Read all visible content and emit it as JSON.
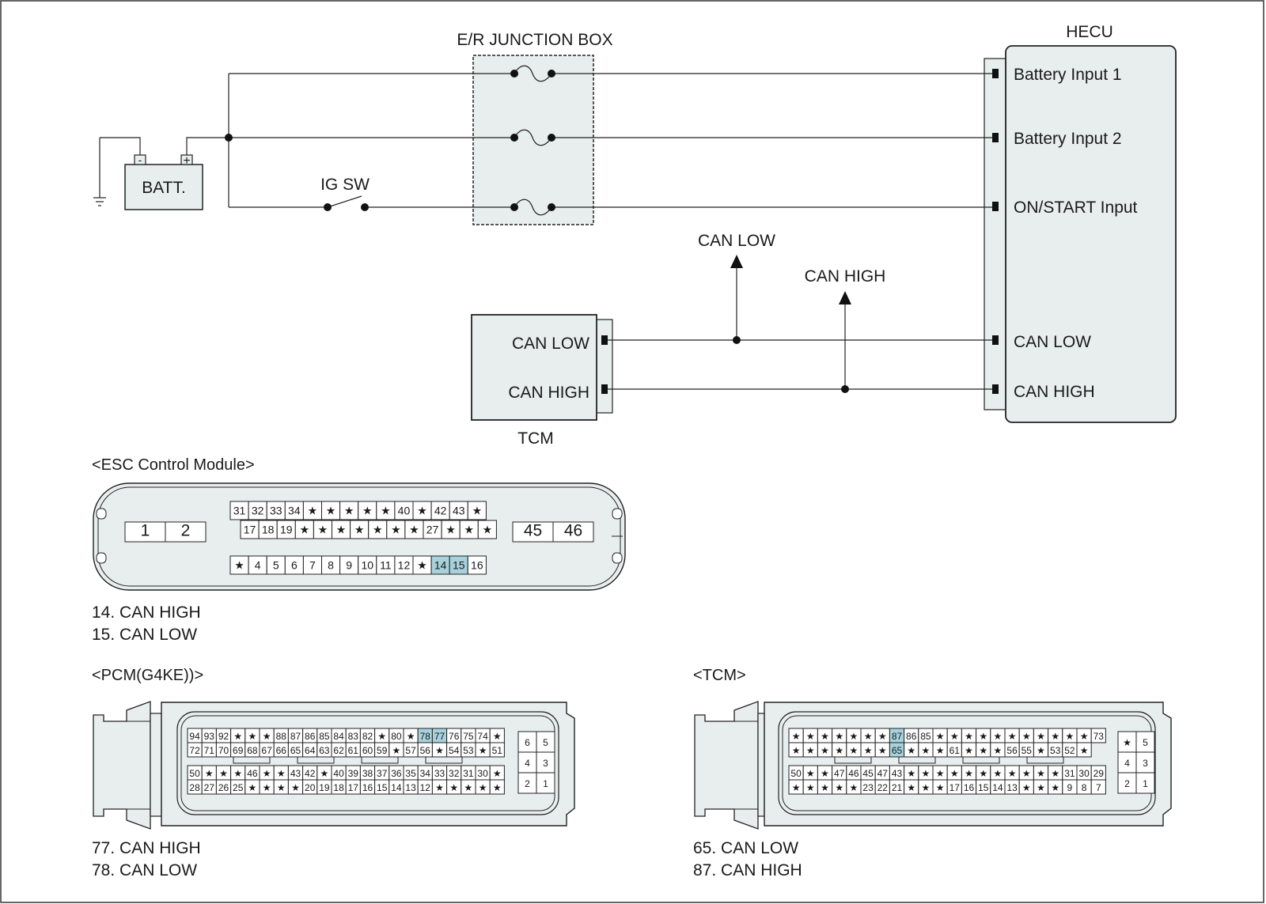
{
  "wiring": {
    "junction_box": "E/R JUNCTION BOX",
    "hecu": {
      "title": "HECU",
      "pins": [
        "Battery Input 1",
        "Battery Input 2",
        "ON/START Input",
        "CAN LOW",
        "CAN HIGH"
      ]
    },
    "battery": {
      "label": "BATT.",
      "neg": "-",
      "pos": "+"
    },
    "ig_switch": "IG SW",
    "tcm": {
      "title": "TCM",
      "pins": [
        "CAN LOW",
        "CAN HIGH"
      ]
    },
    "arrow_can_low": "CAN LOW",
    "arrow_can_high": "CAN HIGH"
  },
  "esc": {
    "title": "<ESC Control Module>",
    "left_block": [
      "1",
      "2"
    ],
    "right_block": [
      "45",
      "46"
    ],
    "row1": [
      "31",
      "32",
      "33",
      "34",
      "★",
      "★",
      "★",
      "★",
      "★",
      "40",
      "★",
      "42",
      "43",
      "★"
    ],
    "row2": [
      "17",
      "18",
      "19",
      "★",
      "★",
      "★",
      "★",
      "★",
      "★",
      "★",
      "27",
      "★",
      "★",
      "★"
    ],
    "row3": [
      "★",
      "4",
      "5",
      "6",
      "7",
      "8",
      "9",
      "10",
      "11",
      "12",
      "★",
      "14",
      "15",
      "16"
    ],
    "highlight": [
      "14",
      "15"
    ],
    "legend": [
      "14. CAN HIGH",
      "15. CAN LOW"
    ]
  },
  "pcm": {
    "title": "<PCM(G4KE))>",
    "row1": [
      "94",
      "93",
      "92",
      "★",
      "★",
      "★",
      "88",
      "87",
      "86",
      "85",
      "84",
      "83",
      "82",
      "★",
      "80",
      "★",
      "78",
      "77",
      "76",
      "75",
      "74",
      "★"
    ],
    "row2": [
      "72",
      "71",
      "70",
      "69",
      "68",
      "67",
      "66",
      "65",
      "64",
      "63",
      "62",
      "61",
      "60",
      "59",
      "★",
      "57",
      "56",
      "★",
      "54",
      "53",
      "★",
      "51"
    ],
    "row3": [
      "50",
      "★",
      "★",
      "★",
      "46",
      "★",
      "★",
      "43",
      "42",
      "★",
      "40",
      "39",
      "38",
      "37",
      "36",
      "35",
      "34",
      "33",
      "32",
      "31",
      "30",
      "★"
    ],
    "row4": [
      "28",
      "27",
      "26",
      "25",
      "★",
      "★",
      "★",
      "★",
      "20",
      "19",
      "18",
      "17",
      "16",
      "15",
      "14",
      "13",
      "12",
      "★",
      "★",
      "★",
      "★",
      "★"
    ],
    "side": [
      "6",
      "5",
      "4",
      "3",
      "2",
      "1"
    ],
    "highlight": [
      "78",
      "77"
    ],
    "legend": [
      "77. CAN HIGH",
      "78. CAN LOW"
    ]
  },
  "tcm_conn": {
    "title": "<TCM>",
    "row1": [
      "★",
      "★",
      "★",
      "★",
      "★",
      "★",
      "★",
      "87",
      "86",
      "85",
      "★",
      "★",
      "★",
      "★",
      "★",
      "★",
      "★",
      "★",
      "★",
      "★",
      "★",
      "73"
    ],
    "row2": [
      "★",
      "★",
      "★",
      "★",
      "★",
      "★",
      "★",
      "65",
      "★",
      "★",
      "★",
      "61",
      "★",
      "★",
      "★",
      "56",
      "55",
      "★",
      "53",
      "52",
      "★"
    ],
    "row3": [
      "50",
      "★",
      "★",
      "47",
      "46",
      "45",
      "47",
      "43",
      "★",
      "★",
      "★",
      "★",
      "★",
      "★",
      "★",
      "★",
      "★",
      "★",
      "★",
      "31",
      "30",
      "29"
    ],
    "row4": [
      "★",
      "★",
      "★",
      "★",
      "★",
      "23",
      "22",
      "21",
      "★",
      "★",
      "★",
      "17",
      "16",
      "15",
      "14",
      "13",
      "★",
      "★",
      "★",
      "9",
      "8",
      "7"
    ],
    "side": [
      "★",
      "5",
      "4",
      "3",
      "2",
      "1"
    ],
    "highlight": [
      "87",
      "65"
    ],
    "legend": [
      "65. CAN LOW",
      "87. CAN HIGH"
    ]
  },
  "colors": {
    "box_fill": "#e8eeee",
    "highlight": "#a7d2dc",
    "line": "#1a1a1a"
  }
}
